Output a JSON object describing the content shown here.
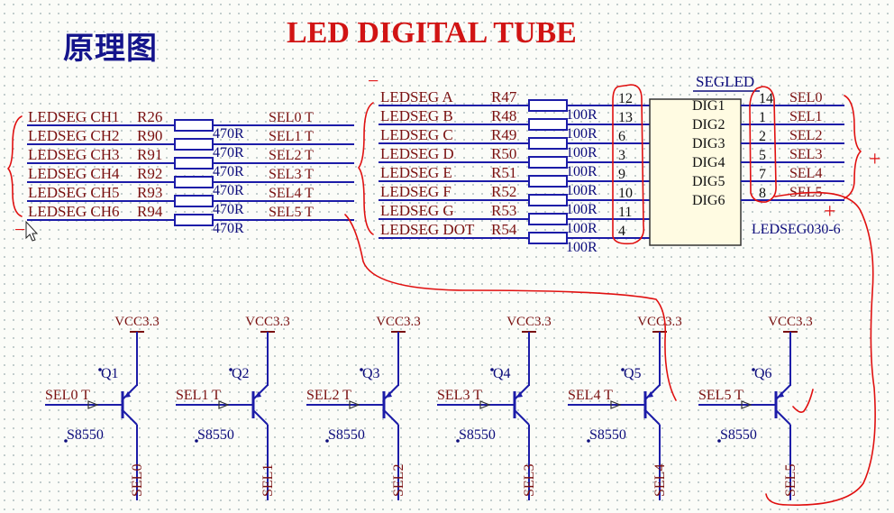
{
  "heading": "原理图",
  "title": "LED DIGITAL TUBE",
  "colors": {
    "wire": "#1c1ca8",
    "label": "#7a1010",
    "netlabel": "#0c0c7c",
    "annotation": "#e01010",
    "power": "#7a1010"
  },
  "left_resistors": [
    {
      "net": "LEDSEG_CH1",
      "ref": "R26",
      "value": "470R",
      "sel": "SEL0_T"
    },
    {
      "net": "LEDSEG_CH2",
      "ref": "R90",
      "value": "470R",
      "sel": "SEL1_T"
    },
    {
      "net": "LEDSEG_CH3",
      "ref": "R91",
      "value": "470R",
      "sel": "SEL2_T"
    },
    {
      "net": "LEDSEG_CH4",
      "ref": "R92",
      "value": "470R",
      "sel": "SEL3_T"
    },
    {
      "net": "LEDSEG_CH5",
      "ref": "R93",
      "value": "470R",
      "sel": "SEL4_T"
    },
    {
      "net": "LEDSEG_CH6",
      "ref": "R94",
      "value": "470R",
      "sel": "SEL5_T"
    }
  ],
  "segment_resistors": [
    {
      "net": "LEDSEG_A",
      "ref": "R47",
      "value": "100R",
      "pin": "12",
      "seg": "A"
    },
    {
      "net": "LEDSEG_B",
      "ref": "R48",
      "value": "100R",
      "pin": "13",
      "seg": "B"
    },
    {
      "net": "LEDSEG_C",
      "ref": "R49",
      "value": "100R",
      "pin": "6",
      "seg": "C"
    },
    {
      "net": "LEDSEG_D",
      "ref": "R50",
      "value": "100R",
      "pin": "3",
      "seg": "D"
    },
    {
      "net": "LEDSEG_E",
      "ref": "R51",
      "value": "100R",
      "pin": "9",
      "seg": "E"
    },
    {
      "net": "LEDSEG_F",
      "ref": "R52",
      "value": "100R",
      "pin": "10",
      "seg": "F"
    },
    {
      "net": "LEDSEG_G",
      "ref": "R53",
      "value": "100R",
      "pin": "11",
      "seg": "G"
    },
    {
      "net": "LEDSEG_DOT",
      "ref": "R54",
      "value": "100R",
      "pin": "4",
      "seg": "DOT"
    }
  ],
  "display": {
    "name": "SEGLED",
    "part": "LEDSEG030-6",
    "digits": [
      {
        "label": "DIG1",
        "pin": "14",
        "net": "SEL0"
      },
      {
        "label": "DIG2",
        "pin": "1",
        "net": "SEL1"
      },
      {
        "label": "DIG3",
        "pin": "2",
        "net": "SEL2"
      },
      {
        "label": "DIG4",
        "pin": "5",
        "net": "SEL3"
      },
      {
        "label": "DIG5",
        "pin": "7",
        "net": "SEL4"
      },
      {
        "label": "DIG6",
        "pin": "8",
        "net": "SEL5"
      }
    ]
  },
  "transistors": [
    {
      "ref": "Q1",
      "type": "S8550",
      "power": "VCC3.3",
      "base": "SEL0_T",
      "collector": "SEL0"
    },
    {
      "ref": "Q2",
      "type": "S8550",
      "power": "VCC3.3",
      "base": "SEL1_T",
      "collector": "SEL1"
    },
    {
      "ref": "Q3",
      "type": "S8550",
      "power": "VCC3.3",
      "base": "SEL2_T",
      "collector": "SEL2"
    },
    {
      "ref": "Q4",
      "type": "S8550",
      "power": "VCC3.3",
      "base": "SEL3_T",
      "collector": "SEL3"
    },
    {
      "ref": "Q5",
      "type": "S8550",
      "power": "VCC3.3",
      "base": "SEL4_T",
      "collector": "SEL4"
    },
    {
      "ref": "Q6",
      "type": "S8550",
      "power": "VCC3.3",
      "base": "SEL5_T",
      "collector": "SEL5"
    }
  ],
  "annotations": {
    "minus": "−",
    "plus": "+"
  }
}
